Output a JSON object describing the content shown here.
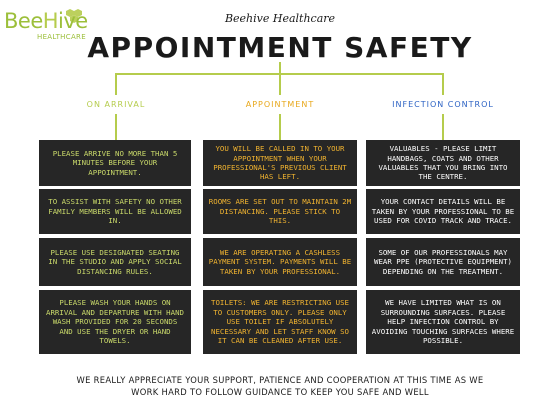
{
  "logo": {
    "name": "BeeHive",
    "sub": "HEALTHCARE"
  },
  "header": {
    "subtitle": "Beehive Healthcare",
    "title": "APPOINTMENT SAFETY"
  },
  "colors": {
    "green": "#b5cc4c",
    "orange": "#e8a81c",
    "blue": "#2d63c4",
    "box": "#262626"
  },
  "columns": [
    {
      "heading": "ON ARRIVAL",
      "items": [
        "PLEASE ARRIVE NO MORE THAN 5 MINUTES BEFORE YOUR APPOINTMENT.",
        "TO ASSIST WITH SAFETY NO OTHER FAMILY MEMBERS WILL BE ALLOWED IN.",
        "PLEASE USE DESIGNATED SEATING IN THE STUDIO AND APPLY SOCIAL DISTANCING RULES.",
        "PLEASE WASH YOUR HANDS ON ARRIVAL AND DEPARTURE WITH HAND WASH PROVIDED FOR 20 SECONDS AND USE THE DRYER OR HAND TOWELS."
      ]
    },
    {
      "heading": "APPOINTMENT",
      "items": [
        "YOU WILL BE CALLED IN TO YOUR APPOINTMENT WHEN YOUR PROFESSIONAL'S PREVIOUS CLIENT HAS LEFT.",
        "ROOMS ARE SET OUT TO MAINTAIN 2M DISTANCING. PLEASE STICK TO THIS.",
        "WE ARE OPERATING A CASHLESS PAYMENT SYSTEM. PAYMENTS WILL BE TAKEN BY YOUR PROFESSIONAL.",
        "TOILETS: WE ARE RESTRICTING USE TO CUSTOMERS ONLY. PLEASE ONLY USE TOILET IF ABSOLUTELY NECESSARY AND LET STAFF KNOW SO IT CAN BE CLEANED AFTER USE."
      ]
    },
    {
      "heading": "INFECTION CONTROL",
      "items": [
        "VALUABLES - PLEASE LIMIT HANDBAGS, COATS AND OTHER VALUABLES THAT YOU BRING INTO THE CENTRE.",
        "YOUR CONTACT DETAILS WILL BE TAKEN BY YOUR PROFESSIONAL TO BE USED FOR COVID TRACK AND TRACE.",
        "SOME OF OUR PROFESSIONALS MAY WEAR PPE (PROTECTIVE EQUIPMENT) DEPENDING ON THE TREATMENT.",
        "WE HAVE LIMITED WHAT IS ON SURROUNDING SURFACES. PLEASE HELP INFECTION CONTROL BY AVOIDING TOUCHING SURFACES WHERE POSSIBLE."
      ]
    }
  ],
  "footer": {
    "line1": "WE REALLY APPRECIATE YOUR SUPPORT, PATIENCE AND COOPERATION AT THIS TIME AS WE",
    "line2": "WORK HARD TO FOLLOW GUIDANCE TO KEEP YOU SAFE AND WELL"
  }
}
